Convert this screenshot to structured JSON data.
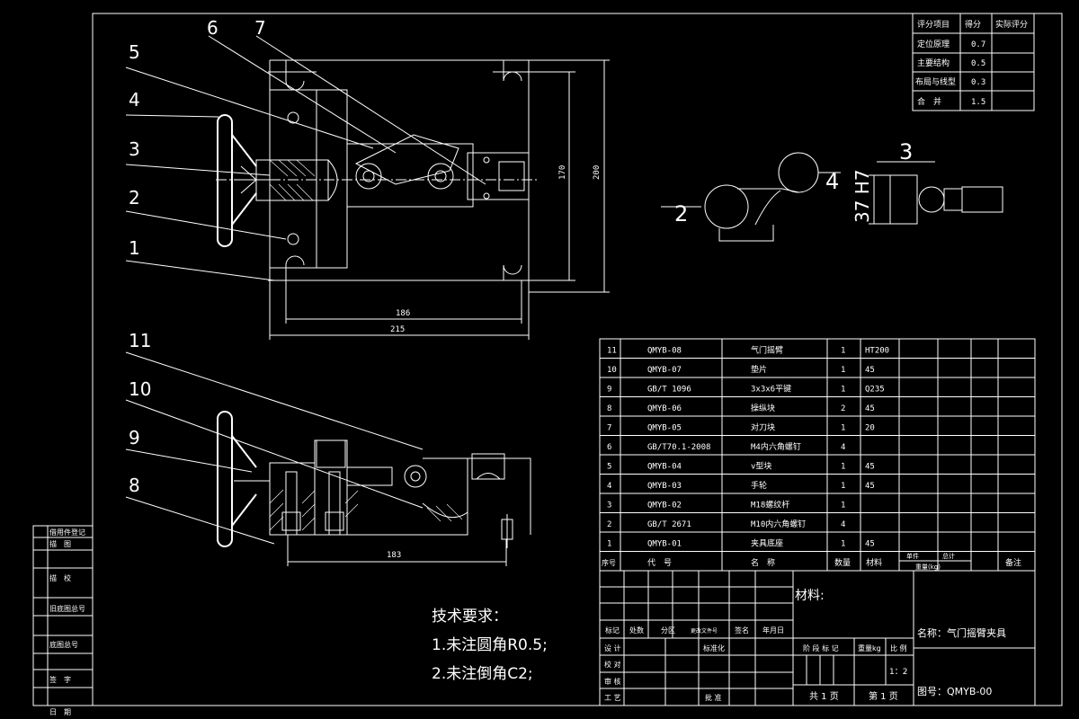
{
  "balloons": [
    "1",
    "2",
    "3",
    "4",
    "5",
    "6",
    "7",
    "8",
    "9",
    "10",
    "11"
  ],
  "dims": {
    "top_inner": "186",
    "top_outer": "215",
    "height_inner": "170",
    "height_outer": "200",
    "side_length": "183",
    "detail_left": "2",
    "detail_right": "3",
    "detail_h": "37 H7"
  },
  "score_table": {
    "headers": [
      "评分项目",
      "得分",
      "实际评分"
    ],
    "rows": [
      [
        "定位原理",
        "0.7",
        ""
      ],
      [
        "主要结构",
        "0.5",
        ""
      ],
      [
        "布局与线型",
        "0.3",
        ""
      ],
      [
        "合　并",
        "1.5",
        ""
      ]
    ]
  },
  "bom": [
    {
      "no": "11",
      "code": "QMYB-08",
      "name": "气门摇臂",
      "qty": "1",
      "material": "HT200"
    },
    {
      "no": "10",
      "code": "QMYB-07",
      "name": "垫片",
      "qty": "1",
      "material": "45"
    },
    {
      "no": "9",
      "code": "GB/T 1096",
      "name": "3x3x6平键",
      "qty": "1",
      "material": "Q235"
    },
    {
      "no": "8",
      "code": "QMYB-06",
      "name": "操纵块",
      "qty": "2",
      "material": "45"
    },
    {
      "no": "7",
      "code": "QMYB-05",
      "name": "对刀块",
      "qty": "1",
      "material": "20"
    },
    {
      "no": "6",
      "code": "GB/T70.1-2008",
      "name": "M4内六角螺钉",
      "qty": "4",
      "material": ""
    },
    {
      "no": "5",
      "code": "QMYB-04",
      "name": "v型块",
      "qty": "1",
      "material": "45"
    },
    {
      "no": "4",
      "code": "QMYB-03",
      "name": "手轮",
      "qty": "1",
      "material": "45"
    },
    {
      "no": "3",
      "code": "QMYB-02",
      "name": "M18螺纹杆",
      "qty": "1",
      "material": ""
    },
    {
      "no": "2",
      "code": "GB/T 2671",
      "name": "M10内六角螺钉",
      "qty": "4",
      "material": ""
    },
    {
      "no": "1",
      "code": "QMYB-01",
      "name": "夹具底座",
      "qty": "1",
      "material": "45"
    }
  ],
  "bom_header": {
    "no": "序号",
    "code": "代　号",
    "name": "名　称",
    "qty": "数量",
    "material": "材料",
    "unit": "单件",
    "total": "总计",
    "weight": "重量(kg)",
    "remark": "备注"
  },
  "title_block": {
    "material": "材料:",
    "name": "名称：气门摇臂夹具",
    "drawing_no": "图号：QMYB-00",
    "stage": "阶 段 标 记",
    "weight": "重量kg",
    "scale_label": "比 例",
    "scale": "1：2",
    "sheets_total": "共 1 页",
    "sheet_no": "第 1 页",
    "rev_row": [
      "标记",
      "处数",
      "分区",
      "更改文件号",
      "签名",
      "年月日"
    ],
    "roles": [
      "设 计",
      "校 对",
      "审 核",
      "工 艺"
    ],
    "std": "标准化",
    "approve": "批 准"
  },
  "left_strip": [
    "借用件登记",
    "描　图",
    "描　校",
    "旧底图总号",
    "底图总号",
    "签　字",
    "日　期"
  ],
  "tech": {
    "title": "技术要求：",
    "items": [
      "1.未注圆角R0.5;",
      "2.未注倒角C2;"
    ]
  }
}
